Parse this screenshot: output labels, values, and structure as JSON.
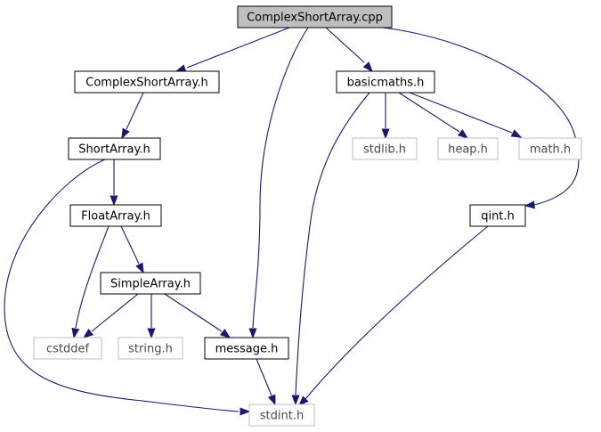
{
  "colors": {
    "edge": "#191970",
    "root_fill": "#bfbfbf",
    "node_border": "#000000",
    "external_border": "#bfbfbf"
  },
  "nodes": [
    {
      "id": "root",
      "label": "ComplexShortArray.cpp",
      "kind": "root"
    },
    {
      "id": "csah",
      "label": "ComplexShortArray.h",
      "kind": "header"
    },
    {
      "id": "bmh",
      "label": "basicmaths.h",
      "kind": "header"
    },
    {
      "id": "sah",
      "label": "ShortArray.h",
      "kind": "header"
    },
    {
      "id": "stdlib",
      "label": "stdlib.h",
      "kind": "external"
    },
    {
      "id": "heap",
      "label": "heap.h",
      "kind": "external"
    },
    {
      "id": "math",
      "label": "math.h",
      "kind": "external"
    },
    {
      "id": "fah",
      "label": "FloatArray.h",
      "kind": "header"
    },
    {
      "id": "qint",
      "label": "qint.h",
      "kind": "header"
    },
    {
      "id": "simple",
      "label": "SimpleArray.h",
      "kind": "header"
    },
    {
      "id": "cstddef",
      "label": "cstddef",
      "kind": "external"
    },
    {
      "id": "string",
      "label": "string.h",
      "kind": "external"
    },
    {
      "id": "msg",
      "label": "message.h",
      "kind": "header"
    },
    {
      "id": "stdint",
      "label": "stdint.h",
      "kind": "external"
    }
  ],
  "edges": [
    {
      "from": "root",
      "to": "csah"
    },
    {
      "from": "root",
      "to": "msg"
    },
    {
      "from": "root",
      "to": "bmh"
    },
    {
      "from": "root",
      "to": "qint"
    },
    {
      "from": "csah",
      "to": "sah"
    },
    {
      "from": "sah",
      "to": "fah"
    },
    {
      "from": "sah",
      "to": "stdint"
    },
    {
      "from": "fah",
      "to": "cstddef"
    },
    {
      "from": "fah",
      "to": "simple"
    },
    {
      "from": "simple",
      "to": "cstddef"
    },
    {
      "from": "simple",
      "to": "string"
    },
    {
      "from": "simple",
      "to": "msg"
    },
    {
      "from": "msg",
      "to": "stdint"
    },
    {
      "from": "bmh",
      "to": "stdint"
    },
    {
      "from": "bmh",
      "to": "stdlib"
    },
    {
      "from": "bmh",
      "to": "heap"
    },
    {
      "from": "bmh",
      "to": "math"
    },
    {
      "from": "qint",
      "to": "stdint"
    }
  ]
}
